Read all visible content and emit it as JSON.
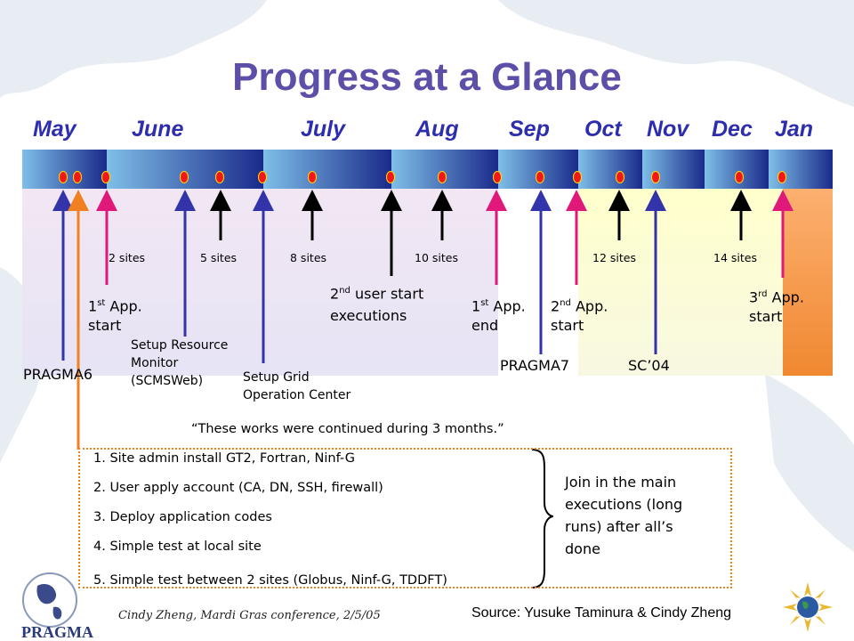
{
  "title": "Progress at a Glance",
  "months": [
    "May",
    "June",
    "July",
    "Aug",
    "Sep",
    "Oct",
    "Nov",
    "Dec",
    "Jan"
  ],
  "site_counts": [
    "2 sites",
    "5 sites",
    "8 sites",
    "10 sites",
    "12 sites",
    "14 sites"
  ],
  "events": {
    "pragma6": "PRAGMA6",
    "app1_start_a": "1",
    "app1_start_sup": "st",
    "app1_start_b": " App.",
    "app1_start_c": "start",
    "setup_resource": [
      "Setup Resource",
      "Monitor",
      "(SCMSWeb)"
    ],
    "setup_grid": [
      "Setup Grid",
      "Operation Center"
    ],
    "user2_a": "2",
    "user2_sup": "nd",
    "user2_b": " user start",
    "user2_c": "executions",
    "app1_end_a": "1",
    "app1_end_sup": "st",
    "app1_end_b": " App.",
    "app1_end_c": "end",
    "app2_a": "2",
    "app2_sup": "nd",
    "app2_b": " App.",
    "app2_c": "start",
    "pragma7": "PRAGMA7",
    "sc04": "SC’04",
    "app3_a": "3",
    "app3_sup": "rd",
    "app3_b": " App.",
    "app3_c": "start"
  },
  "note": "“These works were continued during 3 months.”",
  "tasks": [
    "1. Site admin install GT2, Fortran, Ninf-G",
    "2. User apply account (CA, DN, SSH, firewall)",
    "3. Deploy application codes",
    "4. Simple test at local site",
    "5. Simple test between 2 sites (Globus, Ninf-G, TDDFT)"
  ],
  "join_text": [
    "Join in the main",
    "executions (long",
    "runs) after all’s",
    "done"
  ],
  "footer": "Cindy Zheng, Mardi Gras conference, 2/5/05",
  "source": "Source: Yusuke Taminura & Cindy Zheng",
  "logo_text": "PRAGMA",
  "colors": {
    "title": "#5b4fa8",
    "months": "#2d2db0",
    "dot": "#f01818",
    "pink": "#e0187a",
    "blue": "#3333aa",
    "orange": "#f08020"
  }
}
